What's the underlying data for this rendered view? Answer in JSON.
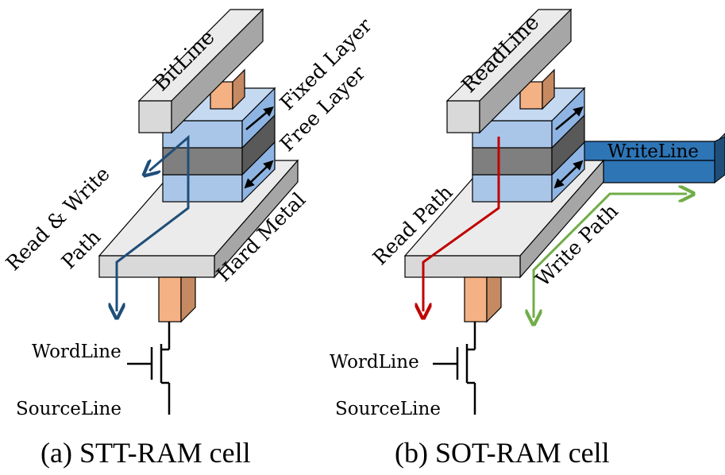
{
  "stt": {
    "bitline": "BitLine",
    "fixed_layer": "Fixed Layer",
    "free_layer": "Free Layer",
    "read_write_path_line1": "Read & Write",
    "read_write_path_line2": "Path",
    "hard_metal": "Hard Metal",
    "wordline": "WordLine",
    "sourceline": "SourceLine",
    "caption": "(a) STT-RAM cell"
  },
  "sot": {
    "readline": "ReadLine",
    "writeline": "WriteLine",
    "read_path": "Read Path",
    "write_path": "Write Path",
    "wordline": "WordLine",
    "sourceline": "SourceLine",
    "caption": "(b) SOT-RAM cell"
  },
  "colors": {
    "metal_front": "#d9d9d9",
    "metal_top": "#ebebeb",
    "metal_side": "#a6a6a6",
    "mtj_light": "#a9c6e8",
    "mtj_light_side": "#8eb4e3",
    "barrier": "#7f7f7f",
    "barrier_top": "#a6a6a6",
    "barrier_side": "#595959",
    "via": "#f4b183",
    "via_side": "#c58a62",
    "writeline": "#2e75b6",
    "writeline_top": "#5b9bd5",
    "writeline_side": "#1f4e79",
    "stt_path": "#1f4e79",
    "read_path": "#c00000",
    "write_path": "#70ad47"
  }
}
